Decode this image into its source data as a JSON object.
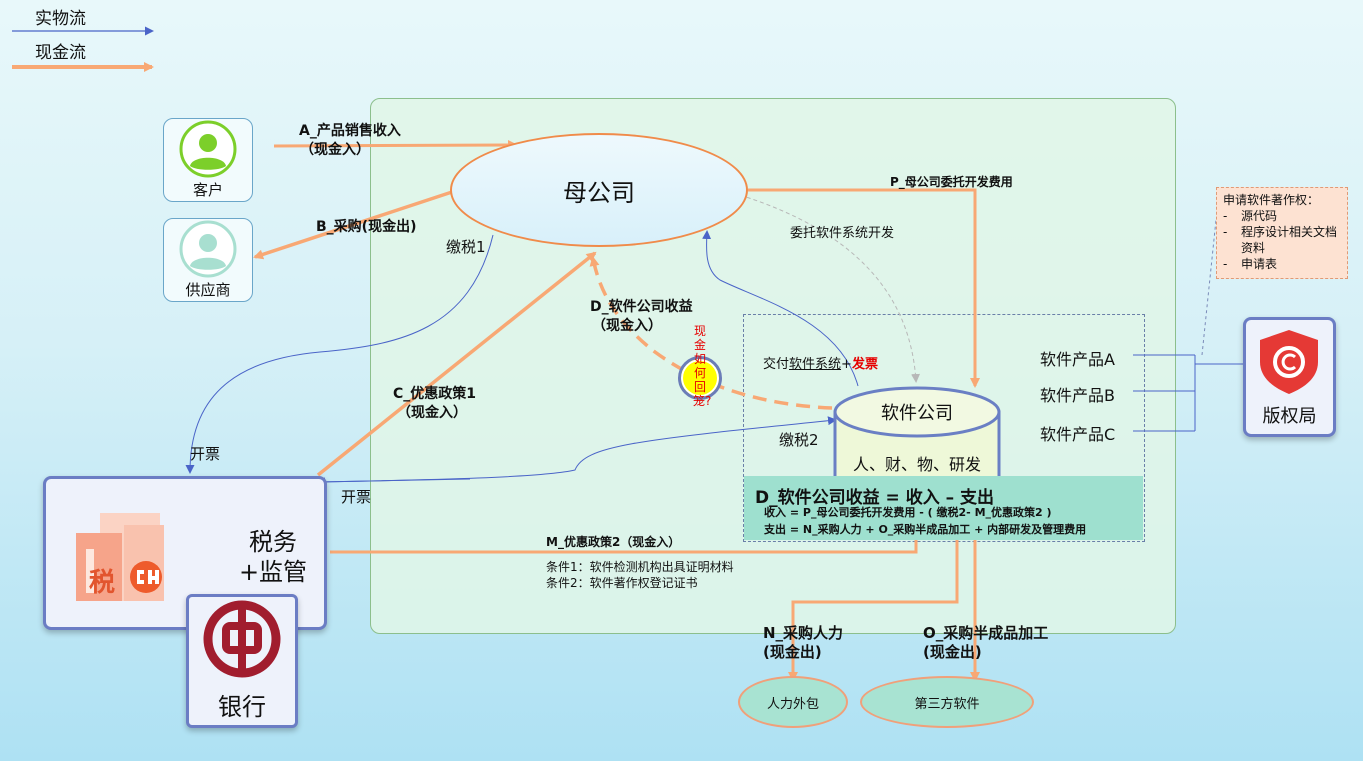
{
  "legend": {
    "physical_flow": "实物流",
    "cash_flow": "现金流"
  },
  "nodes": {
    "customer": "客户",
    "supplier": "供应商",
    "parent_company": "母公司",
    "software_company": "软件公司",
    "software_company_resources": "人、财、物、研发",
    "tax_supervision": "税务\n+监管",
    "tax_icon_char": "税",
    "bank": "银行",
    "copyright_office": "版权局",
    "labor_outsourcing": "人力外包",
    "third_party_software": "第三方软件",
    "cash_return_question": "现金如何回笼?"
  },
  "products": [
    "软件产品A",
    "软件产品B",
    "软件产品C"
  ],
  "flows": {
    "a_line1": "A_产品销售收入",
    "a_line2": "（现金入）",
    "b": "B_采购(现金出)",
    "c_line1": "C_优惠政策1",
    "c_line2": "（现金入）",
    "d_line1": "D_软件公司收益",
    "d_line2": "（现金入）",
    "p": "P_母公司委托开发费用",
    "commission": "委托软件系统开发",
    "deliver_prefix": "交付",
    "deliver_mid": "软件系统",
    "deliver_plus": "+",
    "deliver_invoice": "发票",
    "tax1": "缴税1",
    "tax2": "缴税2",
    "invoice1": "开票",
    "invoice2": "开票",
    "m": "M_优惠政策2（现金入）",
    "cond1": "条件1：软件检测机构出具证明材料",
    "cond2": "条件2：软件著作权登记证书",
    "n_line1": "N_采购人力",
    "n_line2": "(现金出)",
    "o_line1": "O_采购半成品加工",
    "o_line2": "(现金出)"
  },
  "formula": {
    "title": "D_软件公司收益 = 收入 – 支出",
    "income": "收入 = P_母公司委托开发费用 - ( 缴税2- M_优惠政策2 )",
    "expense": "支出 = N_采购人力 + O_采购半成品加工 + 内部研发及管理费用"
  },
  "copyright_note": {
    "title": "申请软件著作权：",
    "items": [
      "源代码",
      "程序设计相关文档资料",
      "申请表"
    ]
  },
  "colors": {
    "cash_flow": "#f8a874",
    "physical_flow": "#4a64c8",
    "green_zone": "#e0f4ec",
    "formula_bg": "#9ee0cf",
    "red_text": "#e60000",
    "copyright_red": "#e53935",
    "bank_red": "#a11d2e"
  },
  "icons": [
    "person-icon",
    "tax-building-icon",
    "bank-logo-icon",
    "copyright-shield-icon"
  ]
}
